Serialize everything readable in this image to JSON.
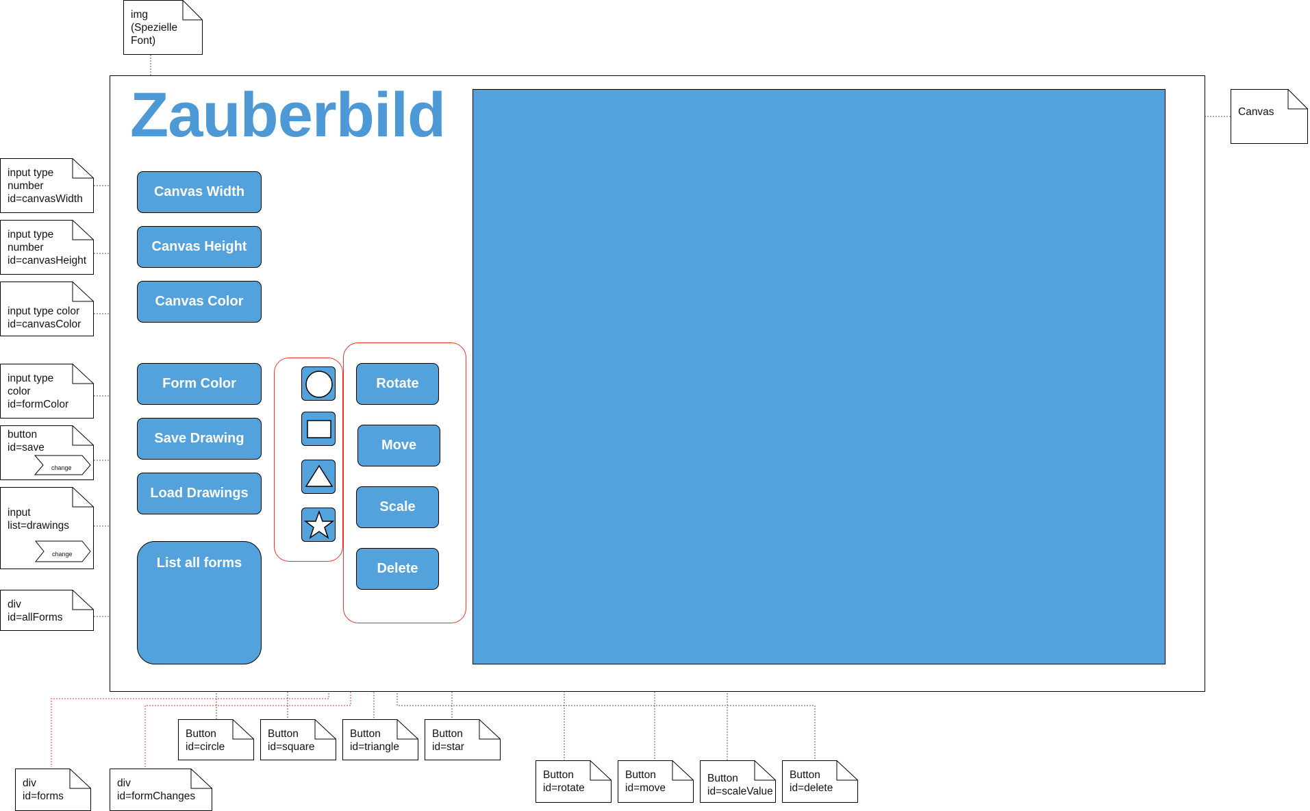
{
  "app_title": "Zauberbild",
  "canvas_label": "Canvas",
  "colors": {
    "accent": "#4d99d6",
    "button_fill": "#54a2dc",
    "group_border": "#e8322e"
  },
  "left_buttons": {
    "canvas_width": "Canvas Width",
    "canvas_height": "Canvas Height",
    "canvas_color": "Canvas Color",
    "form_color": "Form Color",
    "save_drawing": "Save Drawing",
    "load_drawings": "Load Drawings",
    "list_all_forms": "List all forms"
  },
  "shape_buttons": [
    "circle",
    "square",
    "triangle",
    "star"
  ],
  "action_buttons": {
    "rotate": "Rotate",
    "move": "Move",
    "scale": "Scale",
    "delete": "Delete"
  },
  "notes": {
    "img": "img\n(Spezielle\nFont)",
    "canvas": "Canvas",
    "canvas_width": "input type\nnumber\nid=canvasWidth",
    "canvas_height": "input type\nnumber\nid=canvasHeight",
    "canvas_color": "input type color\nid=canvasColor",
    "form_color": "input type\ncolor\nid=formColor",
    "save": "button\nid=save",
    "drawings": "input\nlist=drawings",
    "all_forms": "div\nid=allForms",
    "circle": "Button\nid=circle",
    "square": "Button\nid=square",
    "triangle": "Button\nid=triangle",
    "star": "Button\nid=star",
    "rotate": "Button\nid=rotate",
    "move": "Button\nid=move",
    "scale_value": "Button\nid=scaleValue",
    "delete": "Button\nid=delete",
    "forms": "div\nid=forms",
    "form_changes": "div\nid=formChanges"
  },
  "event_tags": {
    "save": "change",
    "drawings": "change"
  }
}
